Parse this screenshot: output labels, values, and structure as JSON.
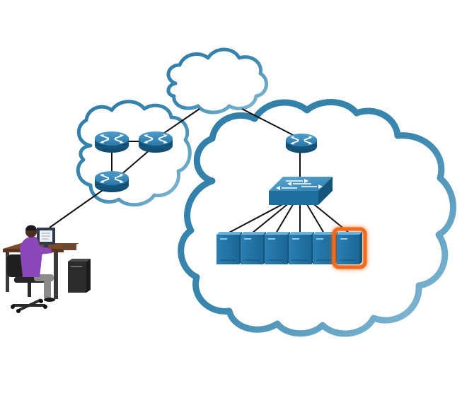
{
  "diagram": {
    "type": "network-topology",
    "colors": {
      "cloud_outline": "#3a87ae",
      "cloud_outline_light": "#a9cde0",
      "device_blue": "#1f6f9e",
      "device_blue_dark": "#145579",
      "device_blue_light": "#5aa4cc",
      "highlight": "#f26a1b",
      "link": "#111111",
      "person_shirt": "#8a47b8"
    },
    "clouds": [
      {
        "id": "internet-cloud",
        "icon": "cloud"
      },
      {
        "id": "isp-cloud",
        "icon": "cloud"
      },
      {
        "id": "data-center-cloud",
        "icon": "cloud"
      }
    ],
    "nodes": [
      {
        "id": "user-workstation",
        "icon": "person-at-computer"
      },
      {
        "id": "isp-router-1",
        "icon": "router"
      },
      {
        "id": "isp-router-2",
        "icon": "router"
      },
      {
        "id": "isp-router-3",
        "icon": "router"
      },
      {
        "id": "dc-router",
        "icon": "router"
      },
      {
        "id": "dc-switch",
        "icon": "switch"
      },
      {
        "id": "server-1",
        "icon": "server"
      },
      {
        "id": "server-2",
        "icon": "server"
      },
      {
        "id": "server-3",
        "icon": "server"
      },
      {
        "id": "server-4",
        "icon": "server"
      },
      {
        "id": "server-5",
        "icon": "server"
      },
      {
        "id": "server-6",
        "icon": "server",
        "highlighted": true
      }
    ],
    "links": [
      [
        "user-workstation",
        "isp-router-3"
      ],
      [
        "isp-router-1",
        "isp-router-2"
      ],
      [
        "isp-router-1",
        "isp-router-3"
      ],
      [
        "isp-router-2",
        "isp-router-3"
      ],
      [
        "isp-router-2",
        "internet-cloud"
      ],
      [
        "internet-cloud",
        "dc-router"
      ],
      [
        "dc-router",
        "dc-switch"
      ],
      [
        "dc-switch",
        "server-1"
      ],
      [
        "dc-switch",
        "server-2"
      ],
      [
        "dc-switch",
        "server-3"
      ],
      [
        "dc-switch",
        "server-4"
      ],
      [
        "dc-switch",
        "server-5"
      ],
      [
        "dc-switch",
        "server-6"
      ]
    ]
  }
}
